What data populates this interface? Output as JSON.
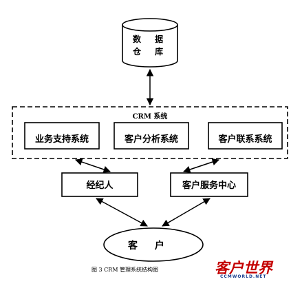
{
  "database": {
    "line1": "数 据",
    "line2": "仓 库"
  },
  "crm": {
    "title": "CRM 系统",
    "subsystems": [
      "业务支持系统",
      "客户分析系统",
      "客户联系系统"
    ]
  },
  "channels": {
    "agent": "经纪人",
    "service_center": "客户服务中心"
  },
  "customer": "客 户",
  "caption": "图 3   CRM 管理系统结构图",
  "watermark": {
    "main": "客户世界",
    "sub": "CCMWORLD.NET"
  }
}
